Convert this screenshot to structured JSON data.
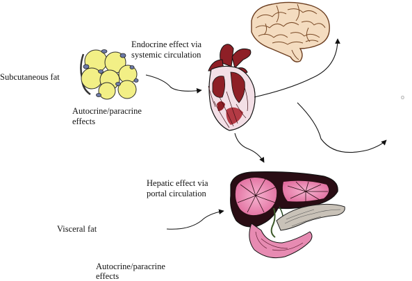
{
  "labels": {
    "subcutaneous_fat": "Subcutaneous fat",
    "endocrine_line1": "Endocrine effect via",
    "endocrine_line2": "systemic circulation",
    "autocrine_top_line1": "Autocrine/paracrine",
    "autocrine_top_line2": "effects",
    "hepatic_line1": "Hepatic effect via",
    "hepatic_line2": "portal circulation",
    "visceral_fat": "Visceral fat",
    "autocrine_bottom_line1": "Autocrine/paracrine",
    "autocrine_bottom_line2": "effects"
  },
  "illustrations": {
    "fat_cells": "fat-cells-illustration",
    "heart": "heart-illustration",
    "brain": "brain-illustration",
    "liver": "liver-illustration"
  },
  "colors": {
    "fat_cell_fill": "#f2ef86",
    "heart_red": "#8e1f26",
    "heart_pink": "#f3dfe6",
    "brain_fill": "#f4dcc0",
    "brain_stroke": "#6b3d1f",
    "liver_pink": "#e78bb2",
    "liver_dark": "#2a0d14",
    "pancreas": "#c9c2b8",
    "arrow": "#111111"
  }
}
